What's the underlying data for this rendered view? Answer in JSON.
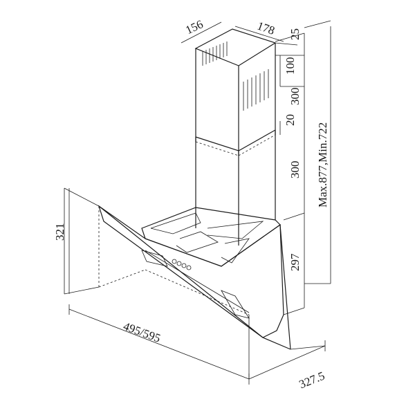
{
  "dimensions": {
    "chimney_depth": "156",
    "chimney_width": "178",
    "top_gap": "25",
    "vent_height": "100",
    "upper_section": "300",
    "overlap": "20",
    "lower_section": "300",
    "total_height": "Max.877,Min.722",
    "hood_height": "321",
    "canopy_height": "297",
    "hood_width": "495/595",
    "hood_depth": "327.5"
  }
}
